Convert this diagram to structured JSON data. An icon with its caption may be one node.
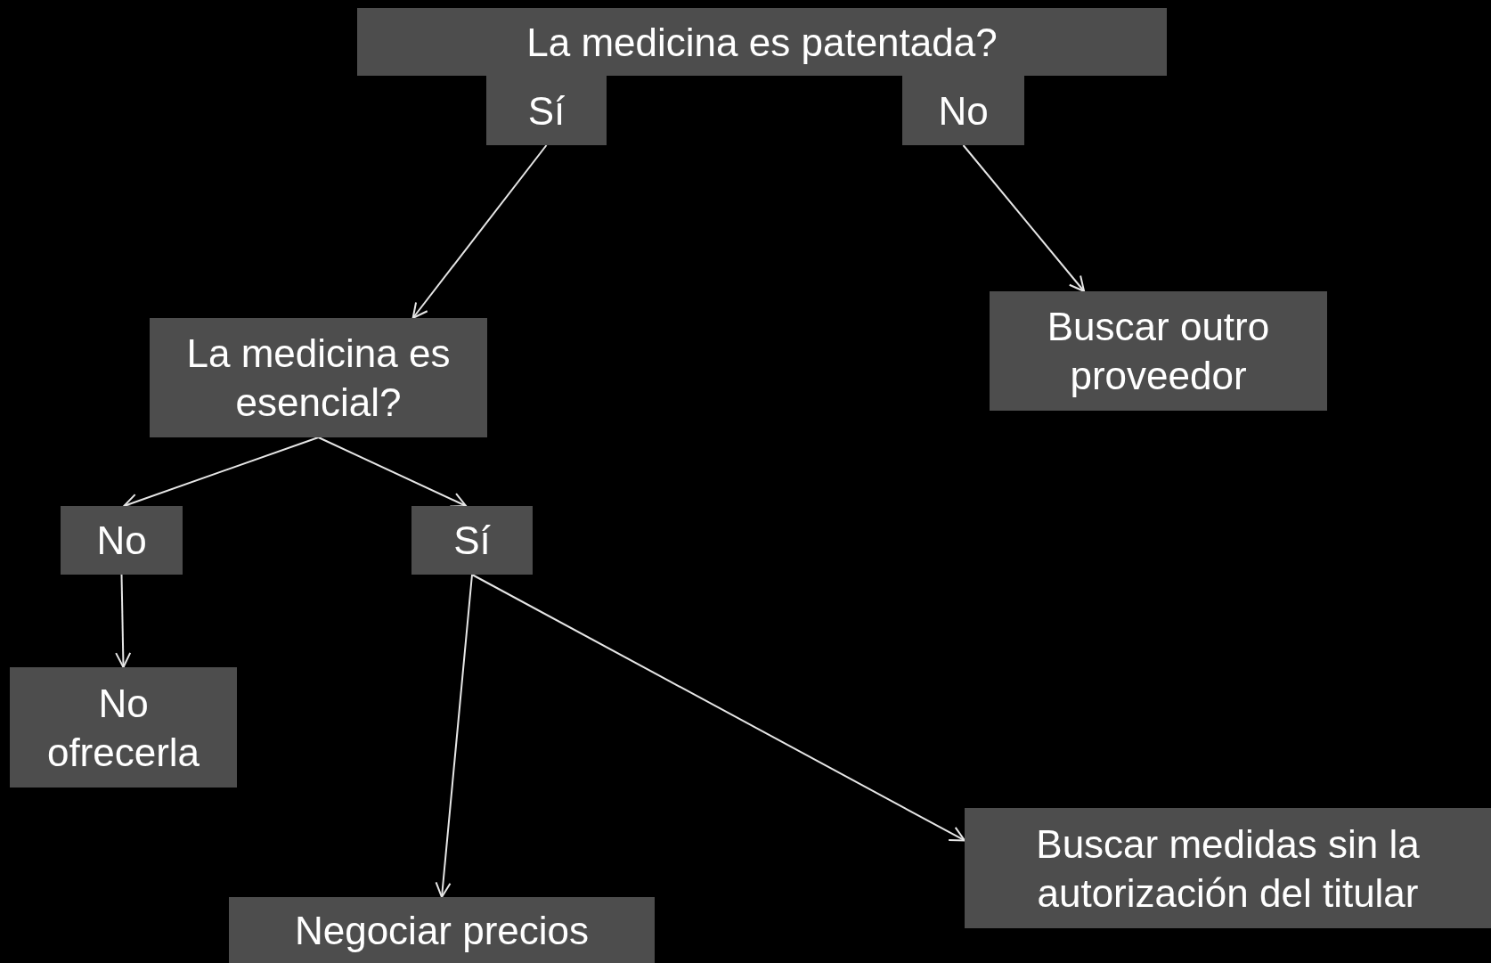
{
  "diagram": {
    "nodes": [
      {
        "text": [
          "La medicina es patentada?"
        ]
      },
      {
        "text": [
          "Sí"
        ]
      },
      {
        "text": [
          "No"
        ]
      },
      {
        "text": [
          "La medicina es esencial?"
        ]
      },
      {
        "text": [
          "Buscar outro proveedor"
        ]
      },
      {
        "text": [
          "No"
        ]
      },
      {
        "text": [
          "Sí"
        ]
      },
      {
        "text": [
          "No ofrecerla"
        ]
      },
      {
        "text": [
          "Buscar medidas sin la autorización del titular"
        ]
      },
      {
        "text": [
          "Negociar precios"
        ]
      }
    ],
    "edges": [
      {
        "from": 1,
        "to": 3,
        "arrow": "to"
      },
      {
        "from": 2,
        "to": 4,
        "arrow": "to"
      },
      {
        "from": 3,
        "to": 5,
        "arrow": "to"
      },
      {
        "from": 3,
        "to": 6,
        "arrow": "to"
      },
      {
        "from": 5,
        "to": 7,
        "arrow": "to"
      },
      {
        "from": 6,
        "to": 9,
        "arrow": "to"
      },
      {
        "from": 6,
        "to": 8,
        "arrow": "to"
      }
    ]
  }
}
